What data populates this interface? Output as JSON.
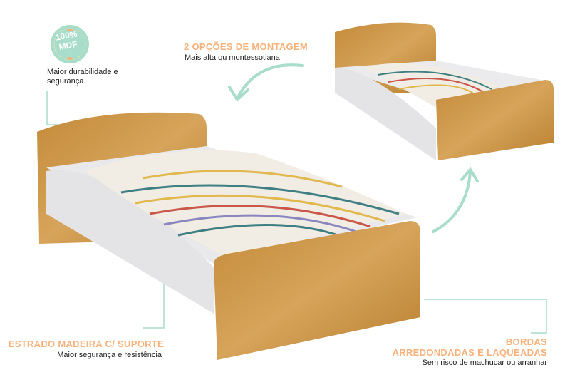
{
  "badge": {
    "line1": "100%",
    "line2": "MDF"
  },
  "callouts": {
    "mdf": {
      "text": "Maior durabilidade e segurança"
    },
    "montagem": {
      "title": "2 OPÇÕES DE MONTAGEM",
      "text": "Mais alta ou montessotiana"
    },
    "estrado": {
      "title": "ESTRADO MADEIRA C/ SUPORTE",
      "text": "Maior segurança e resistência"
    },
    "bordas": {
      "title_line1": "BORDAS",
      "title_line2": "ARREDONDADAS E LAQUEADAS",
      "text": "Sem risco de machucar ou arranhar"
    }
  },
  "colors": {
    "accent": "#f7b27c",
    "mint": "#a8dccb",
    "wood": "#c9903f",
    "panel": "#e8e8ea"
  }
}
